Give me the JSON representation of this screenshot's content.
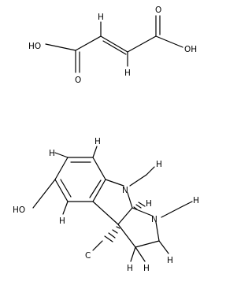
{
  "atoms": {
    "fum_oh_left": "HO",
    "fum_o_left": "O",
    "fum_h_left": "H",
    "fum_h_right": "H",
    "fum_o_top": "O",
    "fum_oh_right": "OH",
    "ar_h_top_left": "H",
    "ar_h_top_right": "H",
    "ar_h_bottom": "H",
    "n_indoline": "N",
    "n_pyrrolidine": "N",
    "h_stereo": "H",
    "oh_sub": "HO",
    "h_c3_a": "H",
    "h_c3_b": "H",
    "h_c2_a": "H",
    "h_c2_b": "H",
    "methyl_c": "C",
    "methyl_h": "H"
  }
}
